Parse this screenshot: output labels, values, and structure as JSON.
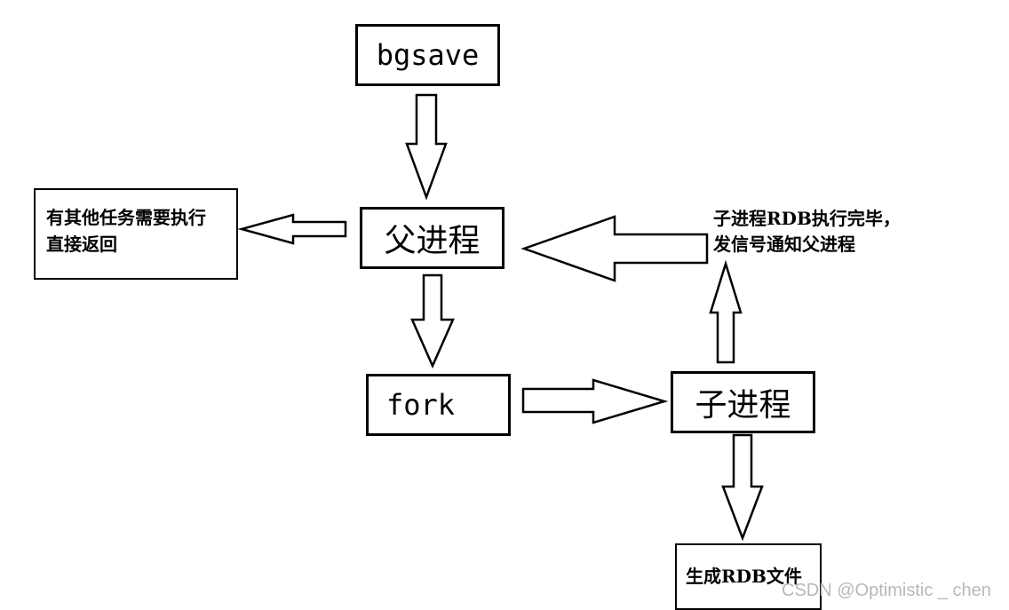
{
  "nodes": {
    "bgsave": "bgsave",
    "parent_process": "父进程",
    "fork": "fork",
    "child_process": "子进程",
    "other_tasks_line1": "有其他任务需要执行",
    "other_tasks_line2": "直接返回",
    "generate_rdb": "生成RDB文件"
  },
  "annotations": {
    "child_done_line1": "子进程RDB执行完毕，",
    "child_done_line2": "发信号通知父进程"
  },
  "watermark": "CSDN @Optimistic _ chen",
  "colors": {
    "stroke": "#000000",
    "fill": "#ffffff",
    "watermark": "#b8b8b8"
  }
}
